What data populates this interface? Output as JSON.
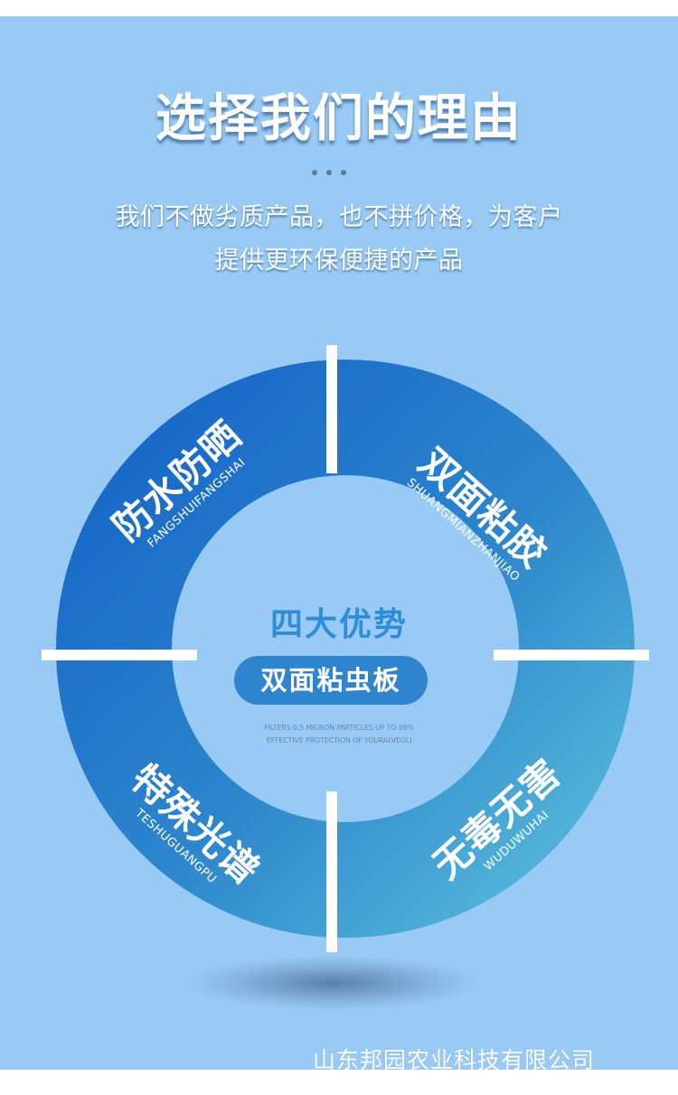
{
  "header": {
    "title": "选择我们的理由",
    "subtitle_line1": "我们不做劣质产品，也不拼价格，为客户",
    "subtitle_line2": "提供更环保便捷的产品"
  },
  "center": {
    "title": "四大优势",
    "badge": "双面粘虫板",
    "small_line1": "FILTERS 0.5 MICRON PARTICLES UP TO 98%",
    "small_line2": "EFFECTIVE PROTECTION OF YOURALVEOLI"
  },
  "quadrants": [
    {
      "cn": "防水防晒",
      "en": "FANGSHUIFANGSHAI"
    },
    {
      "cn": "双面粘胶",
      "en": "SHUANGMIANZHANJIAO"
    },
    {
      "cn": "特殊光谱",
      "en": "TESHUGUANGPU"
    },
    {
      "cn": "无毒无害",
      "en": "WUDUWUHAI"
    }
  ],
  "footer": {
    "company": "山东邦园农业科技有限公司"
  },
  "colors": {
    "background": "#98caf5",
    "ring_dark": "#1b6cc9",
    "ring_light": "#4db0d9",
    "pill": "#2f84cf",
    "center_text": "#2f8dd7"
  }
}
